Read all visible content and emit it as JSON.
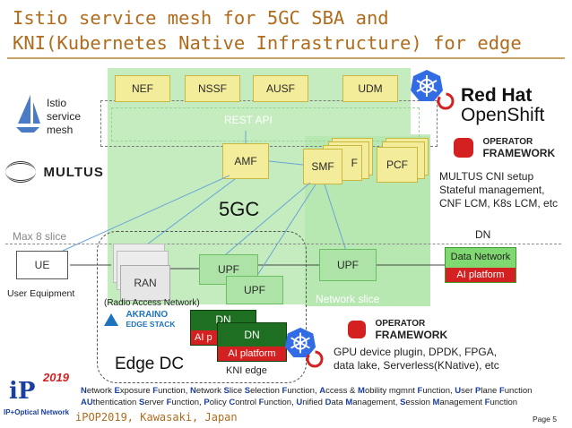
{
  "title": {
    "line1": "Istio service mesh for 5GC SBA and",
    "line2": "KNI(Kubernetes Native Infrastructure) for edge"
  },
  "nfs": {
    "nef": "NEF",
    "nssf": "NSSF",
    "ausf": "AUSF",
    "udm": "UDM",
    "amf": "AMF",
    "smf": "SMF",
    "smf_hidden": "F",
    "pcf": "PCF"
  },
  "rest_api": "REST API",
  "label_5gc": "5GC",
  "istio": {
    "line1": "Istio",
    "line2": "service",
    "line3": "mesh"
  },
  "multus": {
    "logo_text": "MULTUS",
    "desc1": "MULTUS CNI setup",
    "desc2": "Stateful management,",
    "desc3": "CNF LCM, K8s LCM, etc"
  },
  "redhat": {
    "line1": "Red Hat",
    "line2": "OpenShift"
  },
  "operator": {
    "line1": "OPERATOR",
    "line2": "FRAMEWORK"
  },
  "slice": {
    "max": "Max 8 slice",
    "network_slice": "Network slice"
  },
  "ue": {
    "label": "UE",
    "caption": "User Equipment"
  },
  "ran": {
    "label": "RAN",
    "caption": "(Radio Access Network)"
  },
  "upf": {
    "upf1": "UPF",
    "upf2": "UPF",
    "upf3": "UPF"
  },
  "dn": {
    "title": "DN",
    "network": "Data Network",
    "ai": "AI platform",
    "edge_dn1": "DN",
    "edge_ai1": "AI p",
    "edge_dn2": "DN",
    "edge_ai2": "AI platform"
  },
  "akraino": {
    "line1": "AKRAINO",
    "line2": "EDGE STACK"
  },
  "edge": {
    "dc": "Edge DC",
    "kni": "KNI edge"
  },
  "gpu": {
    "line1": "GPU device plugin, DPDK, FPGA,",
    "line2": "data lake, Serverless(KNative), etc"
  },
  "footer": {
    "line1": [
      {
        "b": "N",
        "t": "etwork "
      },
      {
        "b": "E",
        "t": "xposure "
      },
      {
        "b": "F",
        "t": "unction, "
      },
      {
        "b": "N",
        "t": "etwork "
      },
      {
        "b": "S",
        "t": "lice "
      },
      {
        "b": "S",
        "t": "election "
      },
      {
        "b": "F",
        "t": "unction,  "
      },
      {
        "b": "A",
        "t": "ccess & "
      },
      {
        "b": "M",
        "t": "obility mgmnt  "
      },
      {
        "b": "F",
        "t": "unction, "
      },
      {
        "b": "U",
        "t": "ser "
      },
      {
        "b": "P",
        "t": "lane "
      },
      {
        "b": "F",
        "t": "unction"
      }
    ],
    "line2": [
      {
        "b": "AU",
        "t": "thentication "
      },
      {
        "b": "S",
        "t": "erver "
      },
      {
        "b": "F",
        "t": "unction, "
      },
      {
        "b": "P",
        "t": "olicy "
      },
      {
        "b": "C",
        "t": "ontrol "
      },
      {
        "b": "F",
        "t": "unction, "
      },
      {
        "b": "U",
        "t": "nified "
      },
      {
        "b": "D",
        "t": "ata "
      },
      {
        "b": "M",
        "t": "anagement, "
      },
      {
        "b": "S",
        "t": "ession "
      },
      {
        "b": "M",
        "t": "anagement "
      },
      {
        "b": "F",
        "t": "unction"
      }
    ],
    "conf": "iPOP2019, Kawasaki, Japan",
    "page": "Page 5"
  },
  "ipop": {
    "year": "2019",
    "brand": "IP+Optical Network"
  },
  "colors": {
    "title": "#b06b1c",
    "nf_fill": "#f3ec9a",
    "green_fill": "#aee3a8",
    "dark_green": "#1f6f22",
    "red": "#d42020",
    "blue": "#1a3fa0",
    "k8s": "#326ce5"
  }
}
